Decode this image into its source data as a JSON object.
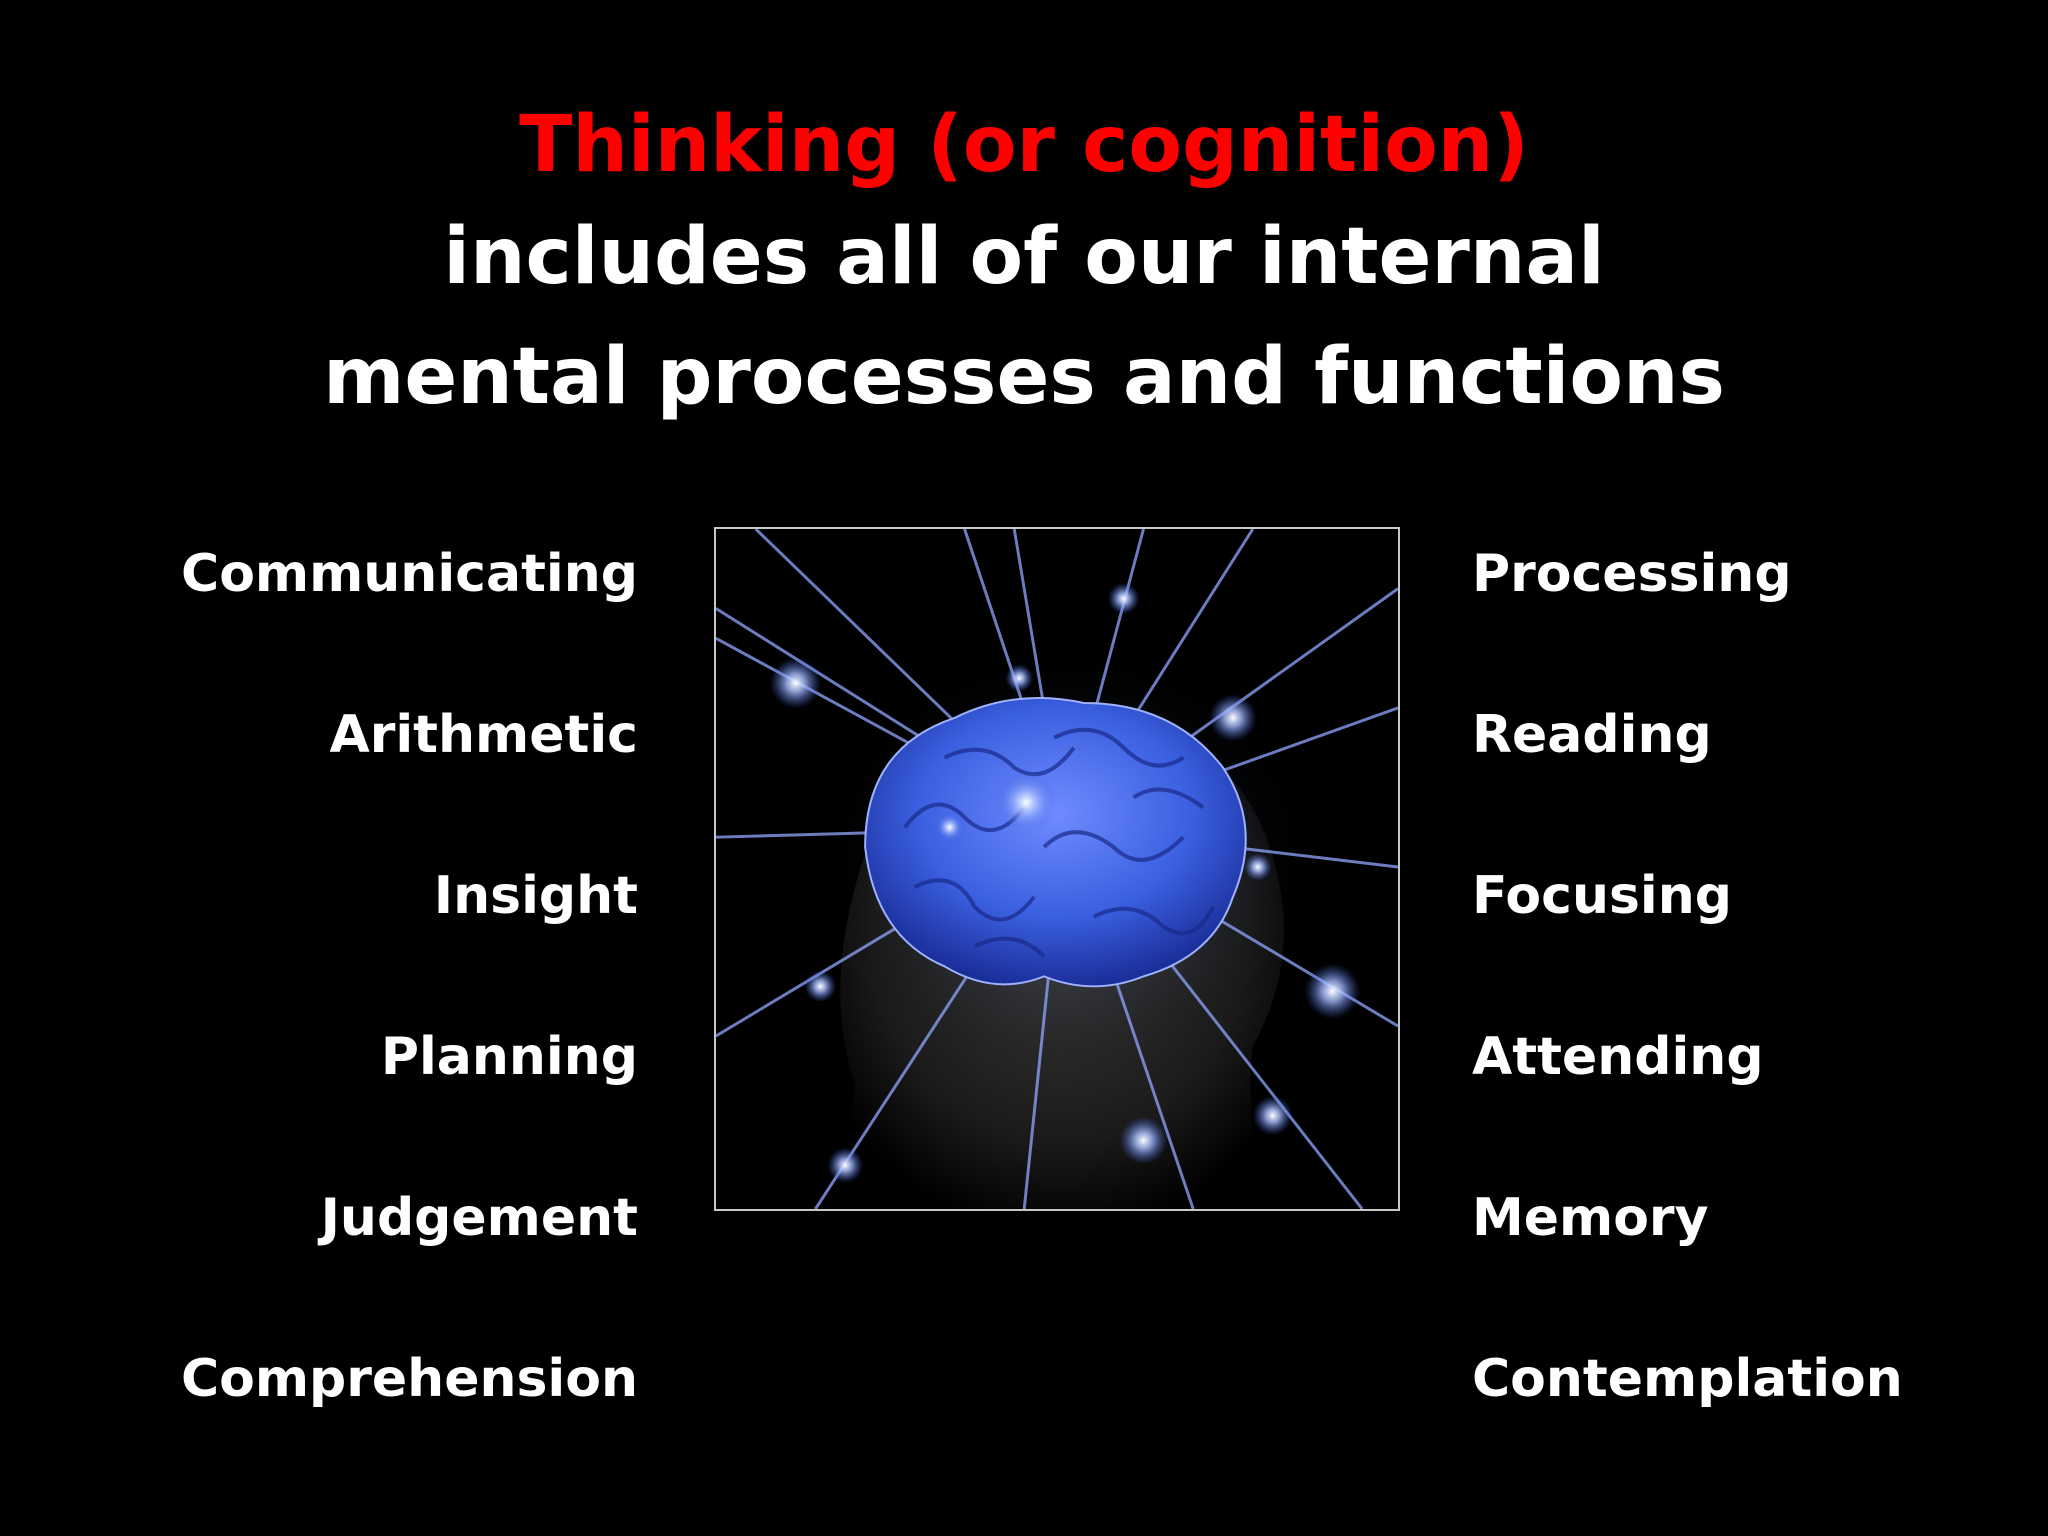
{
  "title": {
    "line1": "Thinking (or cognition)",
    "line2": "includes all of our internal",
    "line3": "mental processes and functions"
  },
  "left_items": [
    "Communicating",
    "Arithmetic",
    "Insight",
    "Planning",
    "Judgement",
    "Comprehension"
  ],
  "right_items": [
    "Processing",
    "Reading",
    "Focusing",
    "Attending",
    "Memory",
    "Contemplation"
  ],
  "colors": {
    "background": "#000000",
    "title_accent": "#ff0000",
    "text": "#ffffff",
    "brain": "#3a5fe0",
    "glow": "#aabfff"
  },
  "image": {
    "subject": "glowing-brain-in-head-illustration"
  }
}
